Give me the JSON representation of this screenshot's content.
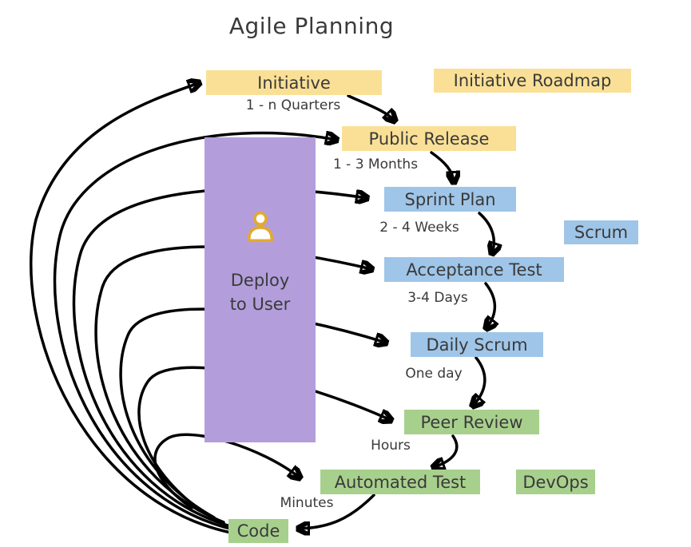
{
  "title": "Agile Planning",
  "deploy_box": {
    "label": "Deploy\nto User"
  },
  "legend": [
    {
      "id": "initiative-roadmap",
      "label": "Initiative Roadmap",
      "group": "roadmap"
    },
    {
      "id": "scrum",
      "label": "Scrum",
      "group": "scrum"
    },
    {
      "id": "devops",
      "label": "DevOps",
      "group": "devops"
    }
  ],
  "stages": [
    {
      "label": "Initiative",
      "group": "roadmap",
      "duration": "1 - n Quarters"
    },
    {
      "label": "Public Release",
      "group": "roadmap",
      "duration": "1 - 3 Months"
    },
    {
      "label": "Sprint Plan",
      "group": "scrum",
      "duration": "2 - 4 Weeks"
    },
    {
      "label": "Acceptance Test",
      "group": "scrum",
      "duration": "3-4 Days"
    },
    {
      "label": "Daily Scrum",
      "group": "scrum",
      "duration": "One day"
    },
    {
      "label": "Peer Review",
      "group": "devops",
      "duration": "Hours"
    },
    {
      "label": "Automated Test",
      "group": "devops",
      "duration": "Minutes"
    },
    {
      "label": "Code",
      "group": "devops",
      "duration": ""
    }
  ],
  "icons": {
    "deploy_user": "person-icon"
  },
  "colors": {
    "roadmap": "#fae096",
    "scrum": "#9fc5e8",
    "devops": "#a8d08d",
    "deploy": "#b39edb",
    "arrow": "#000000",
    "text": "#3a3a3a",
    "person_icon": "#e2aa2e"
  }
}
